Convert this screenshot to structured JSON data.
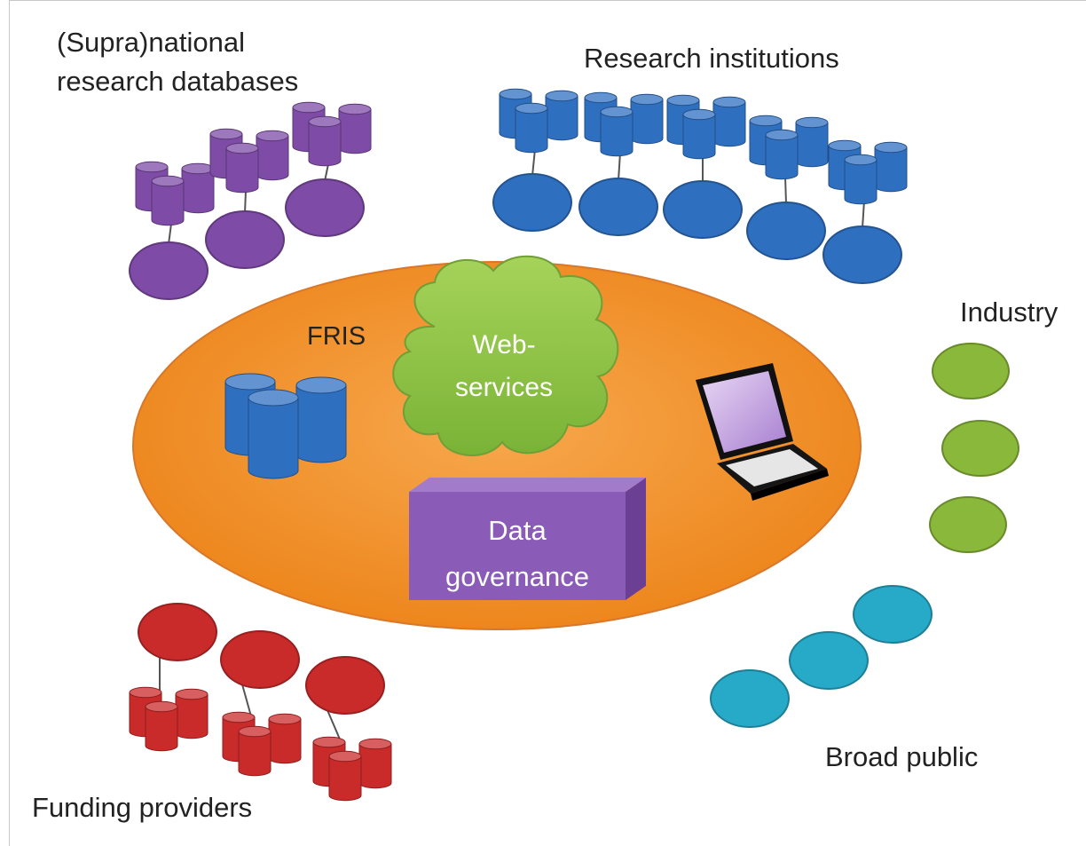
{
  "labels": {
    "supranational_line1": "(Supra)national",
    "supranational_line2": "research databases",
    "research_institutions": "Research institutions",
    "industry": "Industry",
    "broad_public": "Broad public",
    "funding_providers": "Funding providers",
    "fris": "FRIS",
    "web_services_line1": "Web-",
    "web_services_line2": "services",
    "data_governance_line1": "Data",
    "data_governance_line2": "governance"
  },
  "colors": {
    "supranational": "#7e4ba6",
    "research": "#2f6fc0",
    "industry": "#8ab83a",
    "public": "#27a9c8",
    "funding": "#c92a2a",
    "fris": "#f39228",
    "cloud": "#8fc74a",
    "governance": "#8a5cb8"
  },
  "icons": {
    "fris_database": "database-icon",
    "laptop": "laptop-icon",
    "cloud": "cloud-icon",
    "governance_box": "box-icon"
  }
}
